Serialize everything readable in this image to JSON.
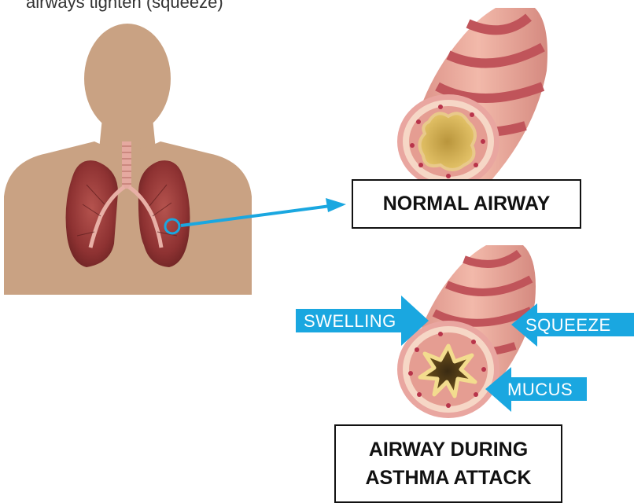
{
  "caption": "airways tighten (squeeze)",
  "labels": {
    "normal_airway": "NORMAL AIRWAY",
    "attack_line1": "AIRWAY DURING",
    "attack_line2": "ASTHMA ATTACK"
  },
  "annotations": {
    "swelling": "SWELLING",
    "squeeze": "SQUEEZE",
    "mucus": "MUCUS"
  },
  "colors": {
    "accent_blue": "#1aa7e0",
    "skin": "#c9a283",
    "lung": "#9c3b3a",
    "airway_pink": "#e7a79a",
    "airway_band": "#c0545a"
  }
}
